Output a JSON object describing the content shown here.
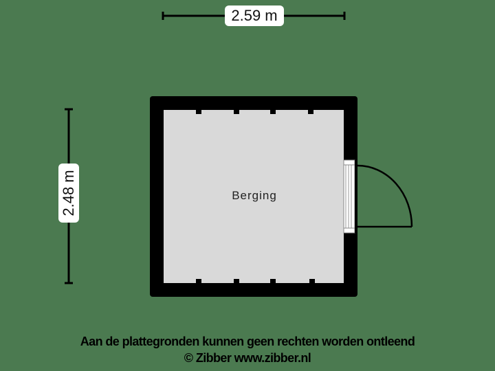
{
  "floorplan": {
    "room": {
      "name": "Berging"
    },
    "dimensions": {
      "width": "2.59 m",
      "height": "2.48 m"
    },
    "colors": {
      "background": "#4b7a50",
      "wall": "#000000",
      "floor": "#d9d9d9",
      "label_bg": "#ffffff"
    }
  },
  "footer": {
    "disclaimer": "Aan de plattegronden kunnen geen rechten worden ontleend",
    "copyright": "© Zibber www.zibber.nl"
  }
}
